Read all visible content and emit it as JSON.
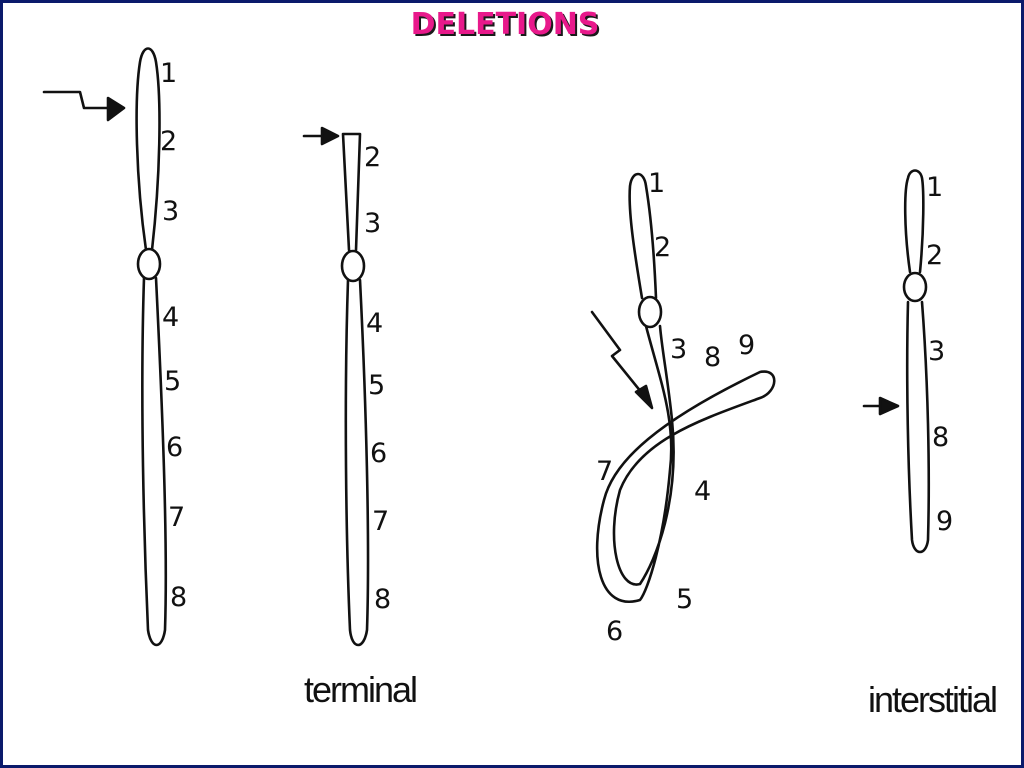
{
  "title": "DELETIONS",
  "colors": {
    "title": "#e8198b",
    "frame": "#0a1a6b",
    "ink": "#111111"
  },
  "figures": [
    {
      "id": "normal",
      "caption": "",
      "labels": [
        "1",
        "2",
        "3",
        "4",
        "5",
        "6",
        "7",
        "8"
      ]
    },
    {
      "id": "terminal",
      "caption": "terminal",
      "labels": [
        "2",
        "3",
        "4",
        "5",
        "6",
        "7",
        "8"
      ]
    },
    {
      "id": "loop",
      "caption": "",
      "labels": [
        "1",
        "2",
        "3",
        "8",
        "9",
        "4",
        "5",
        "6",
        "7"
      ]
    },
    {
      "id": "interstitial",
      "caption": "interstitial",
      "labels": [
        "1",
        "2",
        "3",
        "8",
        "9"
      ]
    }
  ],
  "icons": [
    "break-arrow-icon",
    "arrow-icon"
  ]
}
